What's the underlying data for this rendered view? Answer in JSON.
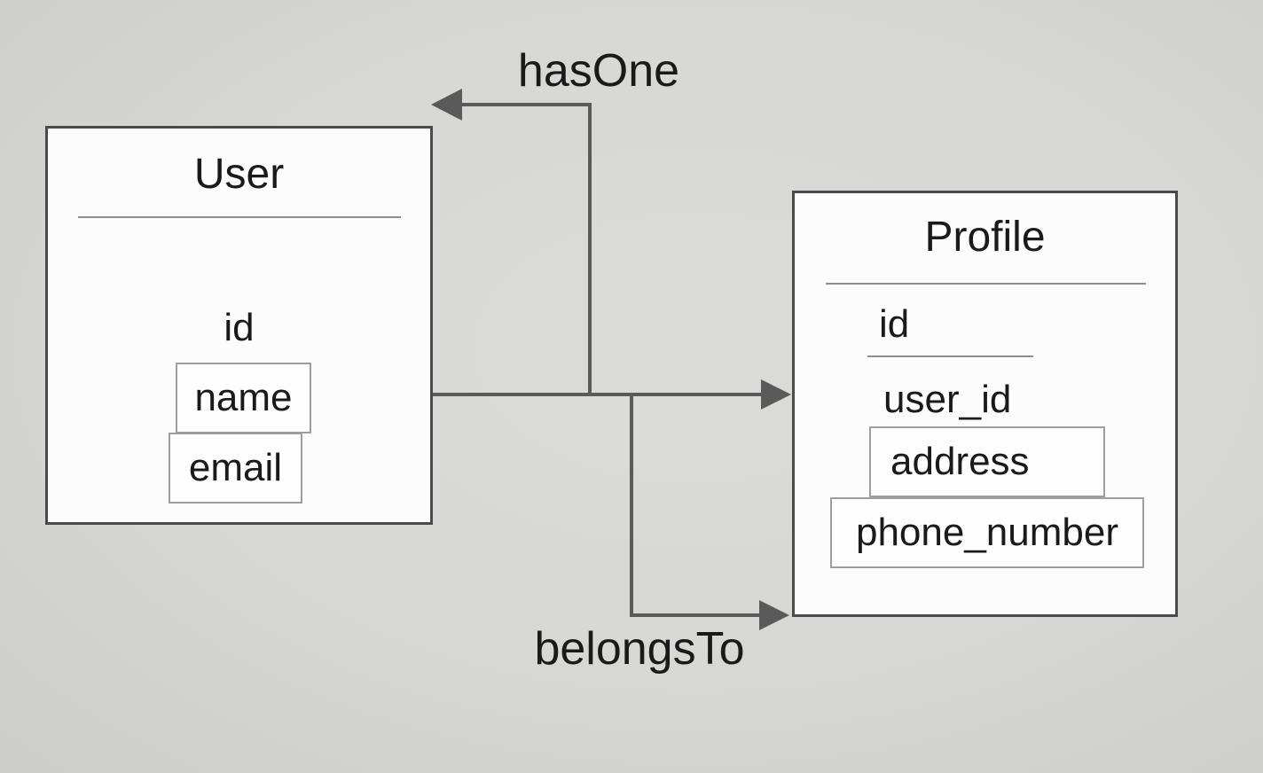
{
  "diagram": {
    "entities": [
      {
        "name": "User",
        "fields": [
          {
            "label": "id"
          },
          {
            "label": "name"
          },
          {
            "label": "email"
          }
        ]
      },
      {
        "name": "Profile",
        "fields": [
          {
            "label": "id"
          },
          {
            "label": "user_id"
          },
          {
            "label": "address"
          },
          {
            "label": "phone_number"
          }
        ]
      }
    ],
    "relations": [
      {
        "label": "hasOne",
        "arrow_points_to": "User"
      },
      {
        "label": "belongsTo",
        "arrow_points_to": "Profile"
      }
    ],
    "colors": {
      "background": "#d8d8d6",
      "entity_fill": "#fcfcfc",
      "entity_border": "#4a4a4a",
      "field_border": "#9e9e9e",
      "separator": "#8f8f8f",
      "connector": "#5a5a5a",
      "text": "#1a1a1a"
    }
  }
}
